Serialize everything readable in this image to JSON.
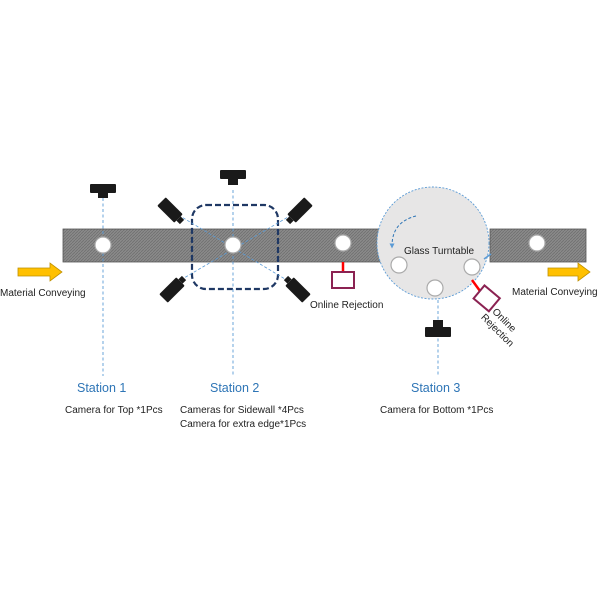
{
  "labels": {
    "material_conveying_left": "Material Conveying",
    "material_conveying_right": "Material Conveying",
    "online_rejection_1": "Online Rejection",
    "online_rejection_2_line1": "Online",
    "online_rejection_2_line2": "Rejection",
    "glass_turntable": "Glass Turntable"
  },
  "stations": [
    {
      "title": "Station 1",
      "lines": [
        "Camera for Top *1Pcs"
      ]
    },
    {
      "title": "Station 2",
      "lines": [
        "Cameras for Sidewall *4Pcs",
        "Camera for extra edge*1Pcs"
      ]
    },
    {
      "title": "Station 3",
      "lines": [
        "Camera for Bottom *1Pcs"
      ]
    }
  ],
  "colors": {
    "conveyor": "#7f7f7f",
    "station_text": "#2e75b6",
    "dashed_line": "#5b9bd5",
    "dashed_box": "#1f3864",
    "arrow_fill": "#ffc000",
    "arrow_stroke": "#bf9000",
    "reject_box": "#8b2252",
    "reject_arrow": "#ff0000",
    "turntable_fill": "#e7e6e6",
    "camera": "#1a1a1a"
  }
}
